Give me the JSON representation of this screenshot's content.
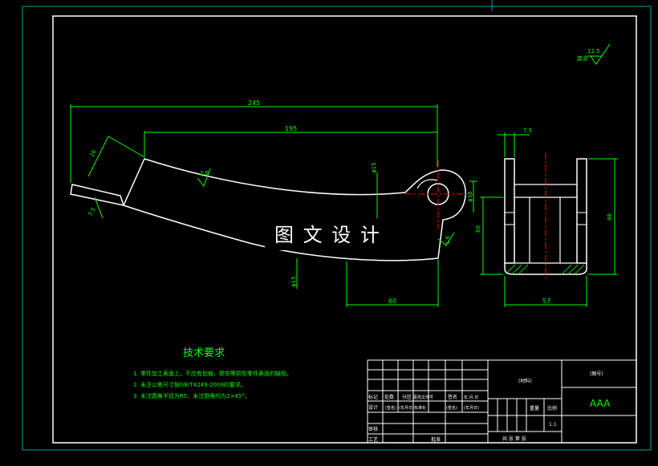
{
  "colors": {
    "background": "#000000",
    "frame": "#ffffff",
    "dimension": "#00ff00",
    "centerline": "#ff0000",
    "title_text": "#00ff00",
    "outer_border": "#00a0a0"
  },
  "watermark": "图 文 设 计",
  "roughness": {
    "label": "其余",
    "value": "12.5"
  },
  "side_view_dims": {
    "top": "7.5",
    "right": "88",
    "bottom": "57",
    "left": "60"
  },
  "front_view_dims": {
    "overall": "245",
    "upper": "195",
    "bottom": "60",
    "lug": "26",
    "tip": "7.5",
    "hole_right": "φ35",
    "hole_center": "φ15",
    "lower_dia": "φ15",
    "rough_mid": "1.6",
    "rough_right": "1.6"
  },
  "tech_req": {
    "title": "技术要求",
    "items": [
      "1. 零件加工表面上，不应有划痕、擦伤等损伤零件表面的缺陷。",
      "2. 未注公差尺寸按GB/T4249-2009的要求。",
      "3. 未注圆角半径为R5，未注倒角均为2×45°。"
    ]
  },
  "title_block": {
    "material": "(材料)",
    "drawing_no": "(图号)",
    "part_name": "AAA",
    "scale_label": "比例",
    "weight_label": "重量",
    "scale_value": "1:1",
    "sheet_info": "共 张 第 张",
    "labels": {
      "marker": "标记",
      "count": "处数",
      "zone": "分区",
      "change_doc": "更改文件号",
      "sign": "签名",
      "date": "年.月.日",
      "design": "设计",
      "sign2": "(签名)",
      "date2": "(年月日)",
      "standardize": "标准化",
      "sign3": "(签名)",
      "date3": "(年月日)",
      "review": "审核",
      "process": "工艺",
      "approve": "批准"
    }
  }
}
